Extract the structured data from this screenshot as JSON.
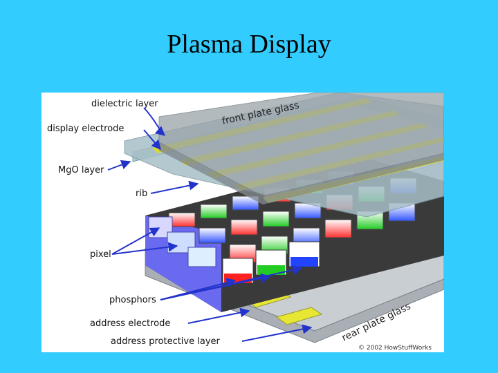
{
  "slide": {
    "title": "Plasma Display"
  },
  "diagram": {
    "labels": {
      "dielectric_layer": "dielectric layer",
      "display_electrode": "display electrode",
      "mgo_layer": "MgO layer",
      "rib": "rib",
      "pixel": "pixel",
      "phosphors": "phosphors",
      "address_electrode": "address electrode",
      "address_protective_layer": "address protective layer",
      "front_plate_glass": "front plate glass",
      "rear_plate_glass": "rear plate glass"
    },
    "copyright": "© 2002 HowStuffWorks",
    "colors": {
      "background": "#33ccff",
      "arrow": "#2233cc",
      "phosphor_red": "#ff2020",
      "phosphor_green": "#22cc22",
      "phosphor_blue": "#2244ff",
      "electrode": "#dddd33",
      "rib": "#555555"
    }
  }
}
